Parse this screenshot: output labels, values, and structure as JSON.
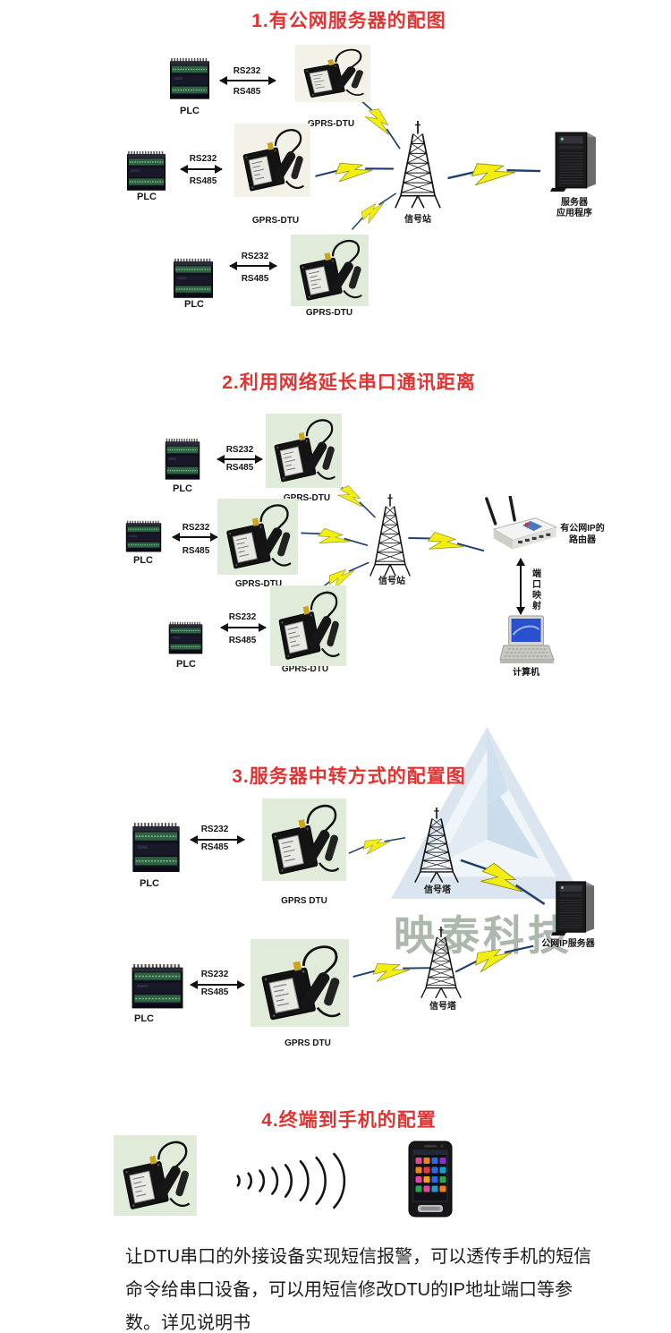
{
  "sections": {
    "s1": {
      "title": "1.有公网服务器的配图"
    },
    "s2": {
      "title": "2.利用网络延长串口通讯距离"
    },
    "s3": {
      "title": "3.服务器中转方式的配置图"
    },
    "s4": {
      "title": "4.终端到手机的配置"
    }
  },
  "labels": {
    "plc": "PLC",
    "rs232": "RS232",
    "rs485": "RS485",
    "gprs_dtu": "GPRS-DTU",
    "gprs_dtu_alt": "GPRS DTU",
    "signal_station": "信号站",
    "signal_tower": "信号塔",
    "server_app_line1": "服务器",
    "server_app_line2": "应用程序",
    "router_line1": "有公网IP的",
    "router_line2": "路由器",
    "port_mapping": "端口映射",
    "computer": "计算机",
    "public_ip_server": "公网IP服务器"
  },
  "watermark": {
    "text": "映泰科技"
  },
  "footer": {
    "text": "让DTU串口的外接设备实现短信报警，可以透传手机的短信命令给串口设备，可以用短信修改DTU的IP地址端口等参数。详见说明书"
  },
  "colors": {
    "title_red": "#e23333",
    "bolt_yellow": "#f2ee12",
    "bolt_line": "#1e3f6e",
    "watermark_gray": "#687e68",
    "dtu_bg_green": "#e0ebda",
    "dtu_bg_cream": "#f4f1e8"
  }
}
